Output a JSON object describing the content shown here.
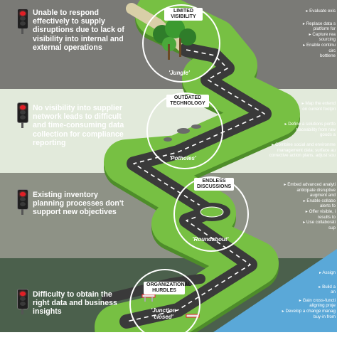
{
  "colors": {
    "band1": "#7a7a76",
    "band2": "#e2eadb",
    "band3": "#8e9286",
    "band4": "#4b604c",
    "grass": "#77c043",
    "grass_dark": "#4e8d2a",
    "road": "#3a3a3a",
    "road_line": "#ffffff",
    "water": "#5aa8d8",
    "signal_red": "#e21f26"
  },
  "rows": [
    {
      "challenge": "Unable to respond effectively to supply disruptions due to lack of visibility into internal and external operations",
      "obstacle_title": "LIMITED VISIBILITY",
      "obstacle_label": "'Jungle'",
      "actions": [
        "▸ Evaluate exis",
        "▸ Replace data s",
        "platform for",
        "▸ Capture rea",
        "sourcing",
        "▸ Enable continu",
        "circ",
        "bottlene"
      ]
    },
    {
      "challenge": "No visibility into supplier network leads to difficult and time-consuming data collection for compliance reporting",
      "obstacle_title": "OUTDATED TECHNOLOGY",
      "obstacle_label": "'Potholes'",
      "actions": [
        "▸ Map the extend",
        "on current footpri",
        "▸ Define a solutions portfo",
        "traceability from raw",
        "goods a",
        "▸ Combine social and environme",
        "management data; surface au",
        "corrective action plans, adjust sou"
      ]
    },
    {
      "challenge": "Existing inventory planning processes don't support new objectives",
      "obstacle_title": "ENDLESS DISCUSSIONS",
      "obstacle_label": "'Roundabout'",
      "actions": [
        "▸ Embed advanced analyti",
        "anticipate disruptive",
        "augment and",
        "▸ Enable collabo",
        "alerts fo",
        "▸ Offer visible, i",
        "results to",
        "▸ Use collaborati",
        "sup"
      ]
    },
    {
      "challenge": "Difficulty to obtain the right data and business insights",
      "obstacle_title": "ORGANIZATIONAL HURDLES",
      "obstacle_label": "'Junction closed'",
      "actions": [
        "▸ Assign",
        "▸ Build a",
        "an",
        "▸ Gain cross-functi",
        "aligning proje",
        "▸ Develop a change manag",
        "buy-in from"
      ]
    }
  ]
}
